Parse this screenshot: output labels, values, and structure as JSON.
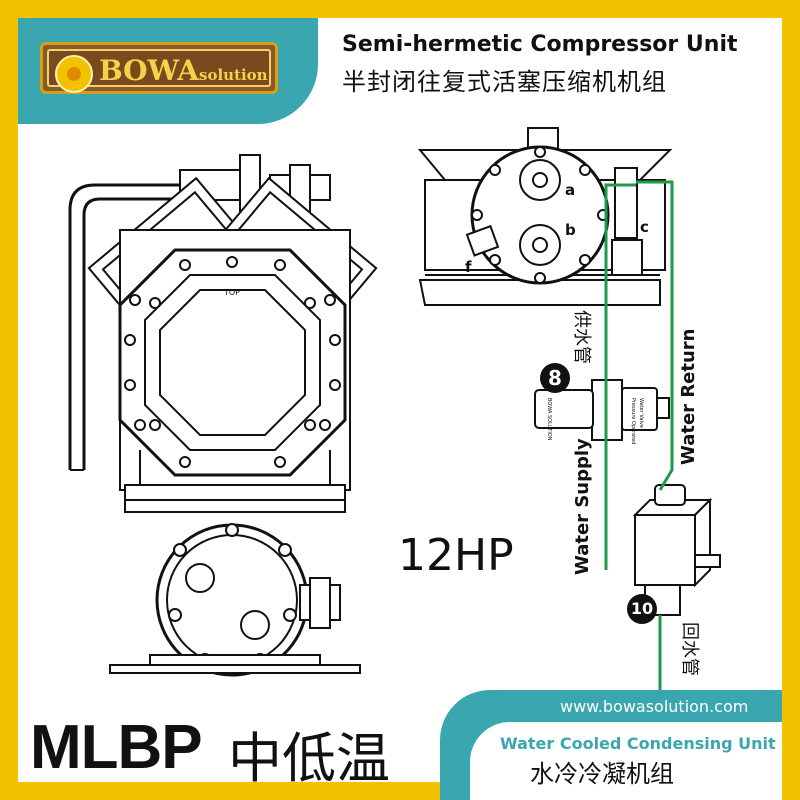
{
  "logo": {
    "brand": "BOWA",
    "suffix": "solution"
  },
  "title": {
    "en": "Semi-hermetic Compressor Unit",
    "cn": "半封闭往复式活塞压缩机机组"
  },
  "diagram": {
    "top_label": "TOP",
    "points": {
      "a": "a",
      "b": "b",
      "c": "c",
      "f": "f"
    },
    "water_supply_cn": "供水管",
    "water_supply_en": "Water Supply",
    "water_return_en": "Water Return",
    "water_return_cn": "回水管",
    "badge_8": "8",
    "badge_10": "10",
    "valve_label_1": "BOWA SOLUTION",
    "valve_label_2": "Pressure Operated",
    "valve_label_3": "Water Valve"
  },
  "capacity": "12HP",
  "footer": {
    "model": "MLBP",
    "temp_cn": "中低温",
    "website": "www.bowasolution.com",
    "product_en": "Water Cooled Condensing Unit",
    "product_cn": "水冷冷凝机组"
  },
  "colors": {
    "frame": "#f2c200",
    "accent": "#3aa6b0",
    "pipe": "#1f9a4a"
  }
}
